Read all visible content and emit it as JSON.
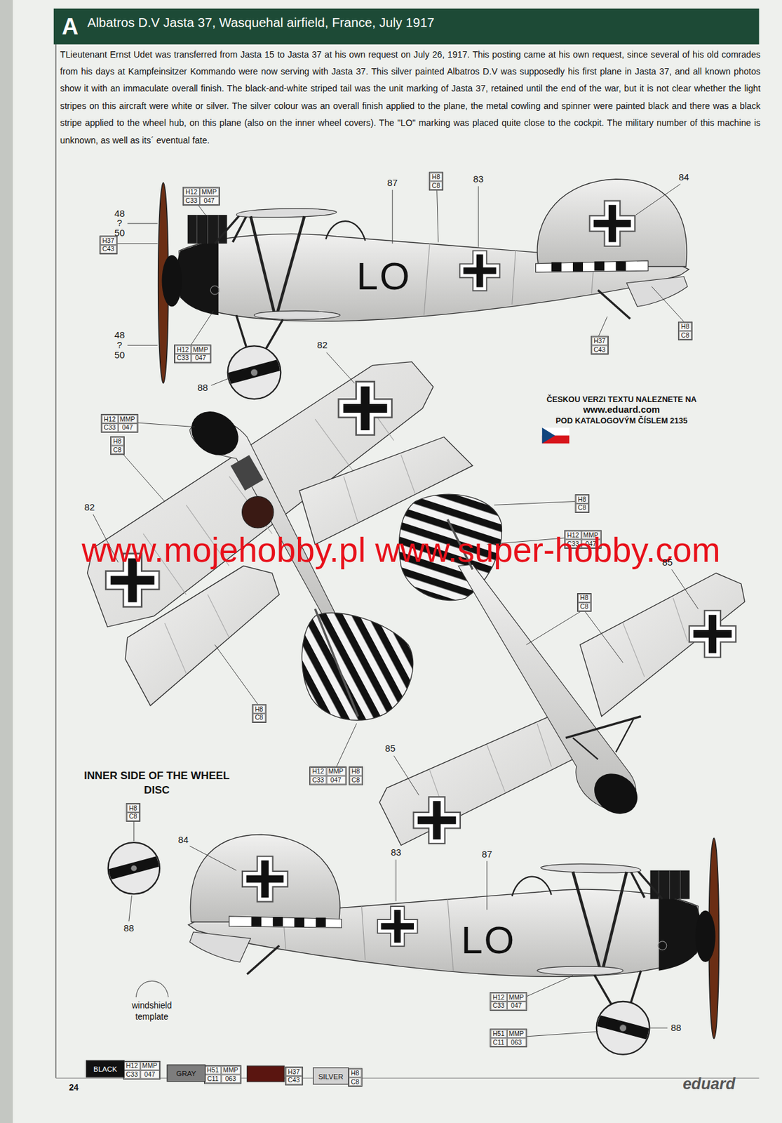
{
  "diagram": {
    "title": "Albatros D.V Jasta 37, Wasquehal airfield, France, July 1917",
    "nodes": [
      {
        "text": [
          "H12",
          "MMP",
          "C33",
          "047"
        ]
      },
      {
        "text": [
          "H8",
          "C8"
        ]
      },
      {
        "text": [
          "H37",
          "C43"
        ]
      },
      {
        "text": [
          "H12",
          "MMP",
          "C33",
          "047"
        ]
      },
      {
        "text": [
          "H37",
          "C43"
        ]
      },
      {
        "text": [
          "H8",
          "C8"
        ]
      },
      {
        "text": [
          "H12",
          "MMP",
          "C33",
          "047"
        ]
      },
      {
        "text": [
          "H8",
          "C8"
        ]
      },
      {
        "text": [
          "H8",
          "C8"
        ]
      },
      {
        "text": [
          "H12",
          "MMP",
          "C33",
          "047"
        ]
      },
      {
        "text": [
          "H8",
          "C8"
        ]
      },
      {
        "text": [
          "H8",
          "C8"
        ]
      },
      {
        "text": [
          "H12",
          "MMP",
          "C33",
          "047"
        ]
      },
      {
        "text": [
          "H8",
          "C8"
        ]
      },
      {
        "text": [
          "H8",
          "C8"
        ]
      },
      {
        "text": [
          "H12",
          "MMP",
          "C33",
          "047"
        ]
      },
      {
        "text": [
          "H51",
          "MMP",
          "C11",
          "063"
        ]
      },
      {
        "text": [
          "H12",
          "MMP",
          "C33",
          "047"
        ]
      },
      {
        "text": [
          "H51",
          "MMP",
          "C11",
          "063"
        ]
      },
      {
        "text": [
          "H37",
          "C43"
        ]
      },
      {
        "text": [
          "H8",
          "C8"
        ]
      }
    ],
    "labels": [
      "A",
      "TLieutenant Ernst Udet was transferred from Jasta 15 to Jasta 37 at his own request on July 26, 1917. This posting came at his own request, since several of his old comrades from his days at Kampfeinsitzer Kommando were now serving with Jasta 37. This silver painted Albatros D.V was supposedly his first plane in Jasta 37, and all known photos show it with an immaculate overall finish. The black-and-white striped tail was the unit marking of Jasta 37, retained until the end of the war, but it is not clear whether the light stripes on this aircraft were white or silver. The silver colour was an overall finish applied to the plane, the metal cowling and spinner were painted black and there was a black stripe applied to the wheel hub, on this plane (also on the inner wheel covers). The \"LO\" marking was placed quite close to the cockpit. The military number of this machine is unknown, as well as its´ eventual fate.",
      "48",
      "?",
      "50",
      "87",
      "83",
      "84",
      "LO",
      "48",
      "?",
      "50",
      "88",
      "82",
      "ČESKOU VERZI TEXTU NALEZNETE NA",
      "www.eduard.com",
      "POD KATALOGOVÝM ČÍSLEM 2135",
      "82",
      "www.mojehobby.pl www.super-hobby.com",
      "85",
      "85",
      "INNER SIDE OF THE WHEEL DISC",
      "84",
      "83",
      "87",
      "LO",
      "88",
      "88",
      "windshield template",
      "24",
      "eduard"
    ],
    "legend": [
      {
        "text": "BLACK",
        "color": "#111111"
      },
      {
        "text": "GRAY",
        "color": "#7d7d7d"
      },
      {
        "text": "SILVER",
        "color": "#d2d2d2"
      }
    ]
  }
}
